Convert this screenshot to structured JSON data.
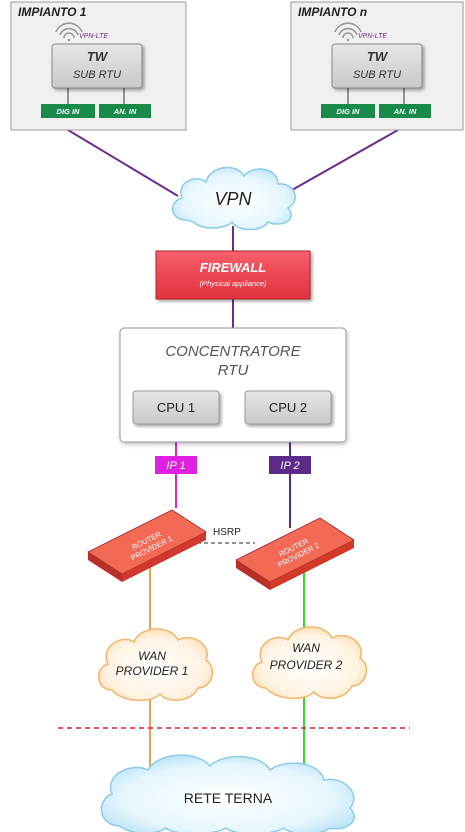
{
  "plants": [
    {
      "title": "IMPIANTO 1",
      "link": "VPN-LTE",
      "rtu": [
        "TW",
        "SUB RTU"
      ],
      "ports": [
        "DIG IN",
        "AN. IN"
      ]
    },
    {
      "title": "IMPIANTO n",
      "link": "VPN-LTE",
      "rtu": [
        "TW",
        "SUB RTU"
      ],
      "ports": [
        "DIG IN",
        "AN. IN"
      ]
    }
  ],
  "vpn": "VPN",
  "firewall": {
    "title": "FIREWALL",
    "subtitle": "(Physical appliance)"
  },
  "concentrator": {
    "title": [
      "CONCENTRATORE",
      "RTU"
    ],
    "cpus": [
      "CPU 1",
      "CPU 2"
    ]
  },
  "ips": [
    "IP 1",
    "IP 2"
  ],
  "hsrp": "HSRP",
  "routers": [
    [
      "ROUTER",
      "PROVIDER 1"
    ],
    [
      "ROUTER",
      "PROVIDER 2"
    ]
  ],
  "wan": [
    [
      "WAN",
      "PROVIDER 1"
    ],
    [
      "WAN",
      "PROVIDER 2"
    ]
  ],
  "rete": "RETE TERNA",
  "colors": {
    "vpn_link": "#6b2c8c",
    "ip1": "#e020e0",
    "ip2": "#5e2a8a",
    "provider1": "#f0a040",
    "provider2": "#33dd22",
    "firewall": "#f04050",
    "router": "#e84838",
    "port": "#1a8a4a",
    "boundary": "#e02030"
  }
}
